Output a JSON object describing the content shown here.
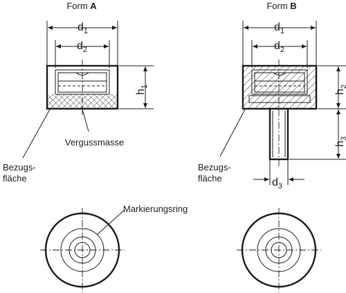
{
  "form_a": {
    "title_prefix": "Form ",
    "title_letter": "A",
    "dim_d1_main": "d",
    "dim_d1_sub": "1",
    "dim_d2_main": "d",
    "dim_d2_sub": "2",
    "dim_h1_main": "h",
    "dim_h1_sub": "1",
    "label_potting": "Vergussmasse",
    "label_reference_line1": "Bezugs-",
    "label_reference_line2": "fläche"
  },
  "form_b": {
    "title_prefix": "Form ",
    "title_letter": "B",
    "dim_d1_main": "d",
    "dim_d1_sub": "1",
    "dim_d2_main": "d",
    "dim_d2_sub": "2",
    "dim_d3_main": "d",
    "dim_d3_sub": "3",
    "dim_h2_main": "h",
    "dim_h2_sub": "2",
    "dim_h3_main": "h",
    "dim_h3_sub": "3",
    "label_reference_line1": "Bezugs-",
    "label_reference_line2": "fläche"
  },
  "top_views": {
    "label_marking_ring": "Markierungsring"
  },
  "colors": {
    "body_fill": "#e6e6e6",
    "ring_fill": "#d9d9d9",
    "line": "#1a1a1a"
  }
}
